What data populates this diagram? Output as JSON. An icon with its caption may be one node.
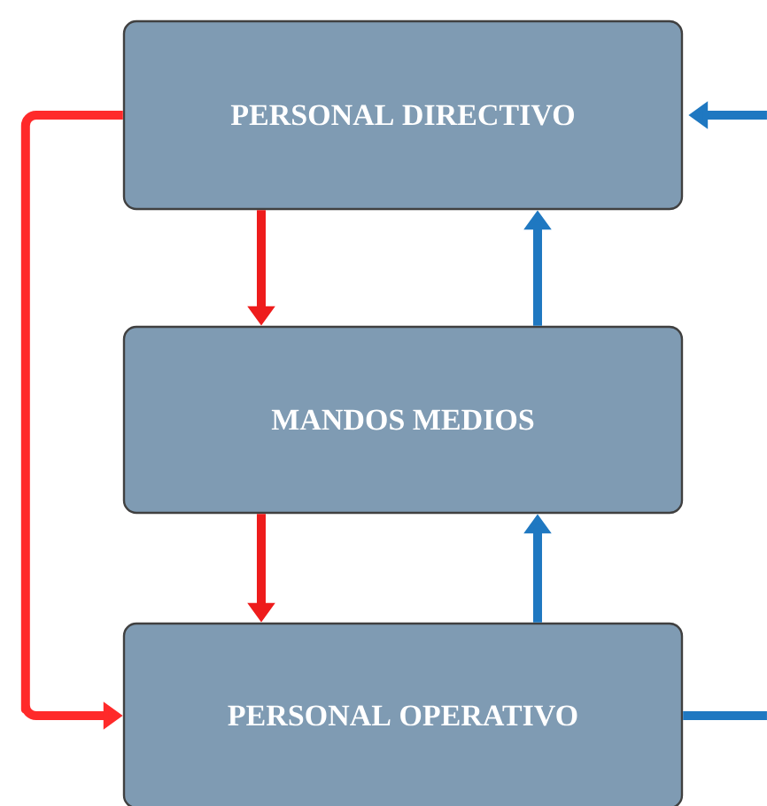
{
  "diagram": {
    "nodes": [
      {
        "text": [
          "PERSONAL DIRECTIVO"
        ]
      },
      {
        "text": [
          "MANDOS MEDIOS"
        ]
      },
      {
        "text": [
          "PERSONAL OPERATIVO"
        ]
      }
    ],
    "edges": [
      {
        "from": 0,
        "to": 1,
        "arrow": "to",
        "color": "#ee1c1c"
      },
      {
        "from": 1,
        "to": 0,
        "arrow": "to",
        "color": "#1f78c1"
      },
      {
        "from": 1,
        "to": 2,
        "arrow": "to",
        "color": "#ee1c1c"
      },
      {
        "from": 2,
        "to": 1,
        "arrow": "to",
        "color": "#1f78c1"
      },
      {
        "from": 0,
        "to": 2,
        "arrow": "to",
        "color": "#ff2a2a"
      },
      {
        "from": null,
        "to": 0,
        "arrow": "to",
        "color": "#1f78c1"
      },
      {
        "from": 2,
        "to": null,
        "arrow": "none",
        "color": "#1f78c1"
      }
    ]
  }
}
